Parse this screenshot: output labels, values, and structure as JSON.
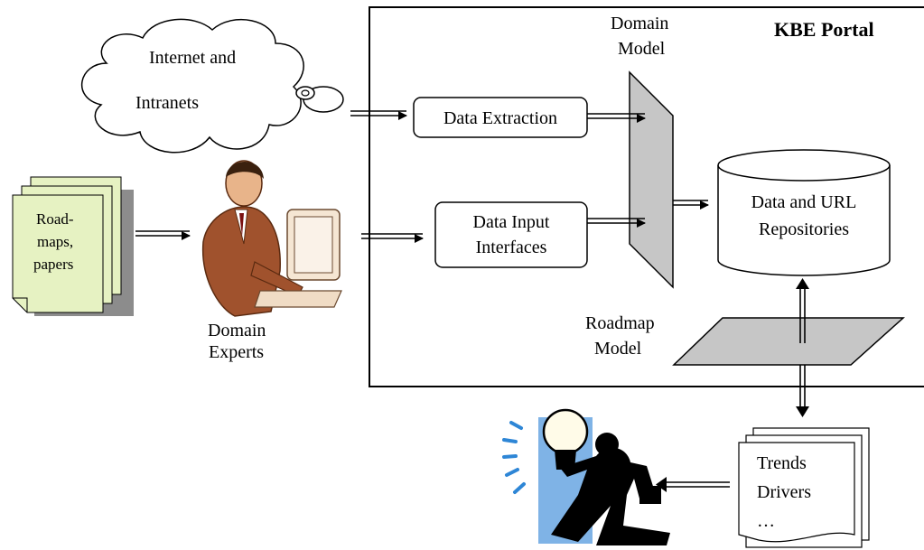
{
  "portal": {
    "title": "KBE Portal"
  },
  "internet": {
    "line1": "Internet and",
    "line2": "Intranets"
  },
  "documents": {
    "line1": "Road-",
    "line2": "maps,",
    "line3": "papers"
  },
  "experts": {
    "line1": "Domain",
    "line2": "Experts"
  },
  "extraction": {
    "label": "Data Extraction"
  },
  "input": {
    "line1": "Data Input",
    "line2": "Interfaces"
  },
  "domain_model": {
    "line1": "Domain",
    "line2": "Model"
  },
  "repository": {
    "line1": "Data and URL",
    "line2": "Repositories"
  },
  "roadmap_model": {
    "line1": "Roadmap",
    "line2": "Model"
  },
  "trends": {
    "line1": "Trends",
    "line2": "Drivers",
    "line3": "…"
  },
  "colors": {
    "document_fill": "#e6f2c2",
    "shadow": "#8c8c8c",
    "model_fill": "#c6c6c6",
    "highlight": "#7fb3e6"
  }
}
